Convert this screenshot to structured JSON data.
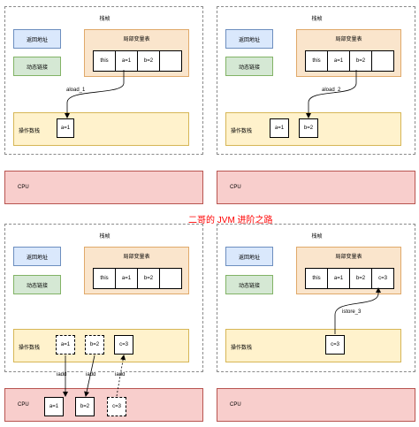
{
  "labels": {
    "frame": "栈帧",
    "return_address": "返回地址",
    "dynamic_link": "动态链接",
    "locals_table": "局部变量表",
    "operand_stack": "操作数栈",
    "cpu": "CPU"
  },
  "watermark": "二哥的 JVM 进阶之路",
  "panels": [
    {
      "locals": [
        "this",
        "a=1",
        "b=2",
        ""
      ],
      "stack": [
        "a=1"
      ],
      "instruction": "aload_1"
    },
    {
      "locals": [
        "this",
        "a=1",
        "b=2",
        ""
      ],
      "stack": [
        "a=1",
        "b=2"
      ],
      "instruction": "aload_2"
    },
    {
      "locals": [
        "this",
        "a=1",
        "b=2",
        ""
      ],
      "stack": [
        "a=1",
        "b=2",
        "c=3"
      ],
      "cpu_values": [
        "a=1",
        "b=2",
        "c=3"
      ],
      "edge_labels": [
        "iadd",
        "iadd",
        "iadd"
      ]
    },
    {
      "locals": [
        "this",
        "a=1",
        "b=2",
        "c=3"
      ],
      "stack": [
        "c=3"
      ],
      "instruction": "istore_3"
    }
  ],
  "colors": {
    "return_address_fill": "#dae8fc",
    "dynamic_link_fill": "#d5e8d4",
    "locals_fill": "#fae5cc",
    "operand_stack_fill": "#fff2cc",
    "cpu_fill": "#f8cecc",
    "watermark": "#ff0000"
  }
}
